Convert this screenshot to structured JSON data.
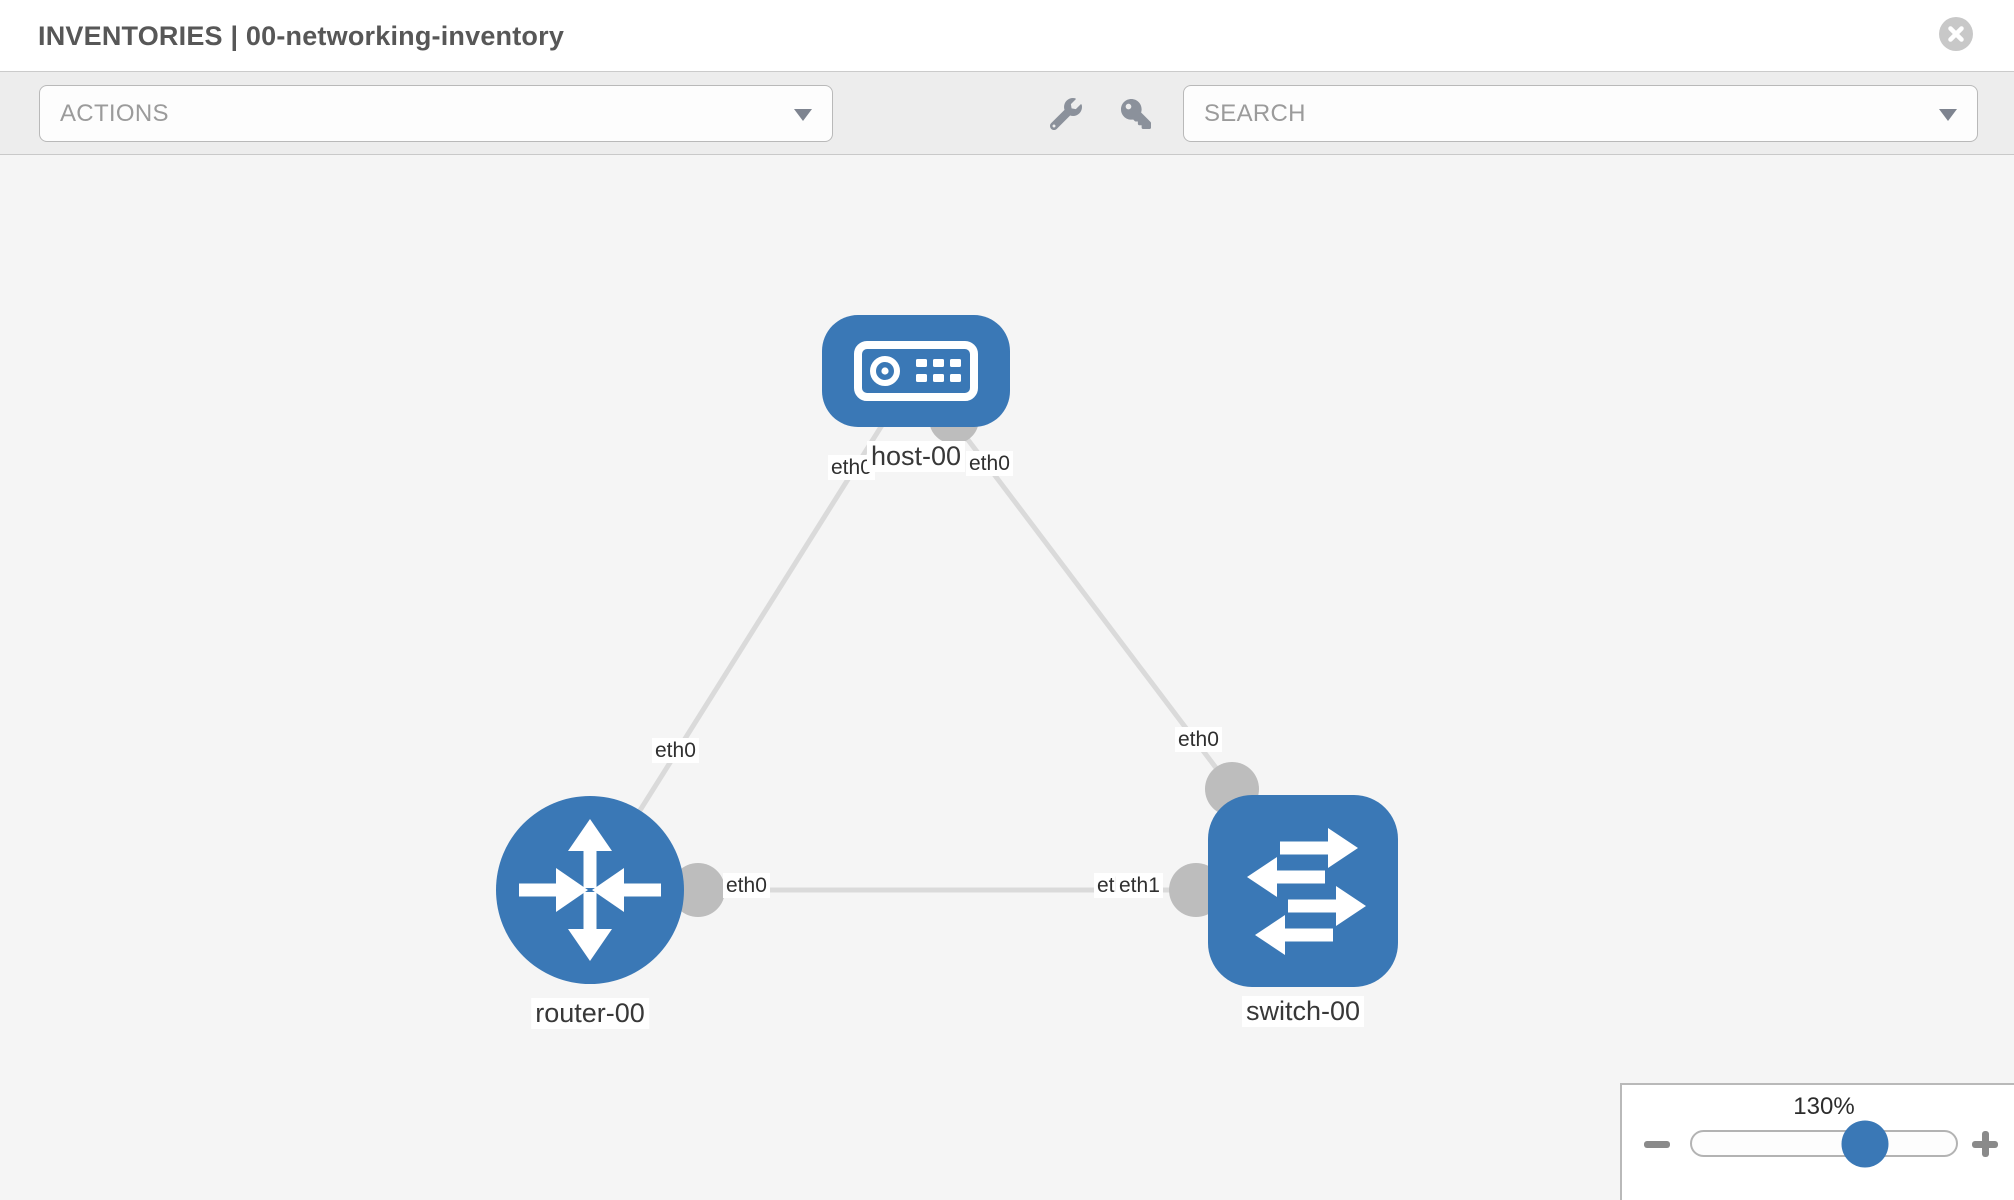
{
  "window": {
    "title": "INVENTORIES | 00-networking-inventory"
  },
  "toolbar": {
    "actions_dropdown": {
      "label": "ACTIONS",
      "icon": "chevron-down-icon"
    },
    "tools": [
      {
        "icon": "wrench-icon"
      },
      {
        "icon": "key-icon"
      }
    ],
    "search_dropdown": {
      "label": "SEARCH",
      "icon": "chevron-down-icon"
    }
  },
  "topology": {
    "nodes": [
      {
        "label": "host-00",
        "type": "host",
        "icon": "host-icon"
      },
      {
        "label": "router-00",
        "type": "router",
        "icon": "router-icon"
      },
      {
        "label": "switch-00",
        "type": "switch",
        "icon": "switch-icon"
      }
    ],
    "links": [
      {
        "source": "host-00",
        "target": "router-00",
        "source_interface": "eth0",
        "target_interface": "eth0"
      },
      {
        "source": "host-00",
        "target": "switch-00",
        "source_interface": "eth0",
        "target_interface": "eth0"
      },
      {
        "source": "router-00",
        "target": "switch-00",
        "source_interface": "eth0",
        "target_interface": "eth1",
        "occluded_label": "eth0"
      }
    ]
  },
  "zoom_control": {
    "level_label": "130%",
    "level_percent": 130,
    "zoom_out_icon": "minus-icon",
    "zoom_in_icon": "plus-icon"
  },
  "colors": {
    "node_blue": "#3a78b6",
    "link_gray": "#dadada",
    "port_gray": "#bdbdbd",
    "canvas_bg": "#f5f5f5",
    "toolbar_bg": "#ededed",
    "icon_gray": "#8b919b",
    "title_text": "#575757",
    "muted_text": "#9b9b9b",
    "label_text": "#2f2f2f"
  }
}
